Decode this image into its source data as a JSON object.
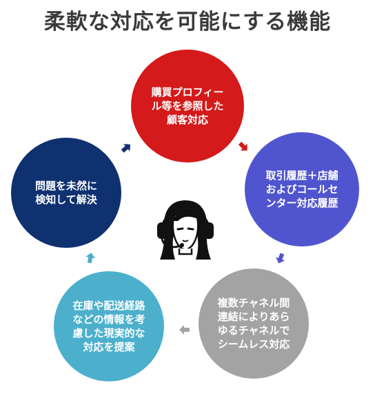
{
  "title": "柔軟な対応を可能にする機能",
  "steps": [
    {
      "text": "購買プロフィー\nル等を参照した\n顧客対応",
      "color": "#d41a1a"
    },
    {
      "text": "取引履歴＋店舗\nおよびコールセ\nンター対応履歴",
      "color": "#5055cf"
    },
    {
      "text": "複数チャネル間\n連結によりあら\nゆるチャネルで\nシームレス対応",
      "color": "#a3a3a3"
    },
    {
      "text": "在庫や配送経路\nなどの情報を考\n慮した現実的な\n対応を提案",
      "color": "#4cb0cc"
    },
    {
      "text": "問題を未然に\n検知して解決",
      "color": "#0f3170"
    }
  ],
  "icons": {
    "agent": "call-center-agent-icon"
  }
}
